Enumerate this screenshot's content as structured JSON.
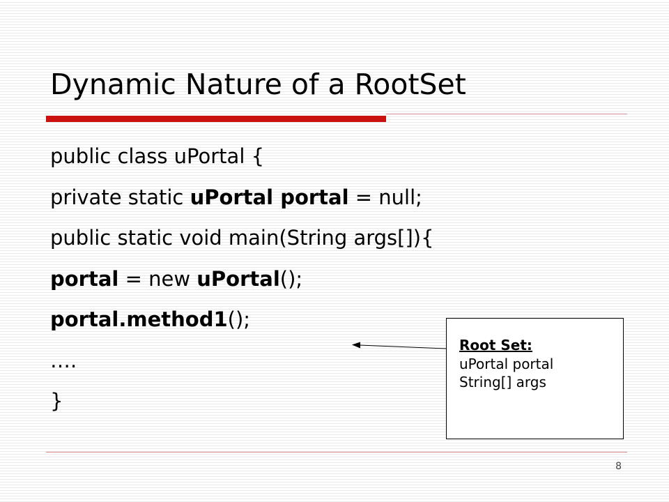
{
  "slide": {
    "title": "Dynamic Nature of a RootSet",
    "page_number": "8"
  },
  "code_lines": [
    [
      {
        "text": "public class uPortal {",
        "bold": false
      }
    ],
    [
      {
        "text": "private static ",
        "bold": false
      },
      {
        "text": "uPortal portal",
        "bold": true
      },
      {
        "text": " = null;",
        "bold": false
      }
    ],
    [
      {
        "text": "public static void main(String args[]){",
        "bold": false
      }
    ],
    [
      {
        "text": "portal",
        "bold": true
      },
      {
        "text": " = new ",
        "bold": false
      },
      {
        "text": "uPortal",
        "bold": true
      },
      {
        "text": "();",
        "bold": false
      }
    ],
    [
      {
        "text": "portal.method1",
        "bold": true
      },
      {
        "text": "();",
        "bold": false
      }
    ],
    [
      {
        "text": "….",
        "bold": false
      }
    ],
    [
      {
        "text": "}",
        "bold": false
      }
    ]
  ],
  "callout": {
    "title": "Root Set:",
    "lines": [
      "uPortal portal",
      "String[] args"
    ]
  },
  "colors": {
    "accent_bar": "#cc1111",
    "rule": "#d98a8a"
  }
}
